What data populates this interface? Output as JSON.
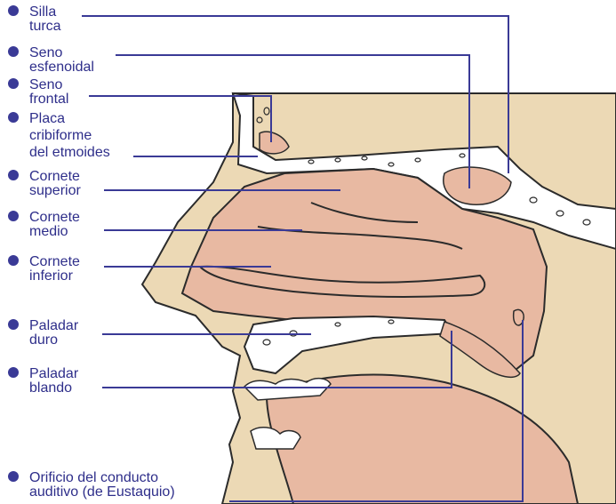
{
  "colors": {
    "label_text": "#2e2e8a",
    "leader_line": "#3a3a96",
    "bullet": "#3a3a96",
    "tissue_pink": "#e8b9a2",
    "skin_beige": "#ecd9b5",
    "bone_white": "#ffffff",
    "outline": "#2b2b2b"
  },
  "labels": [
    {
      "id": "silla-turca",
      "lines": [
        "Silla",
        "turca"
      ]
    },
    {
      "id": "seno-esfenoidal",
      "lines": [
        "Seno",
        "esfenoidal"
      ]
    },
    {
      "id": "seno-frontal",
      "lines": [
        "Seno",
        "frontal"
      ]
    },
    {
      "id": "placa-cribiforme",
      "lines": [
        "Placa",
        "cribiforme",
        "del etmoides"
      ]
    },
    {
      "id": "cornete-superior",
      "lines": [
        "Cornete",
        "superior"
      ]
    },
    {
      "id": "cornete-medio",
      "lines": [
        "Cornete",
        "medio"
      ]
    },
    {
      "id": "cornete-inferior",
      "lines": [
        "Cornete",
        "inferior"
      ]
    },
    {
      "id": "paladar-duro",
      "lines": [
        "Paladar",
        "duro"
      ]
    },
    {
      "id": "paladar-blando",
      "lines": [
        "Paladar",
        "blando"
      ]
    },
    {
      "id": "orificio-eustaquio",
      "lines": [
        "Orificio del conducto",
        "auditivo (de Eustaquio)"
      ]
    }
  ]
}
